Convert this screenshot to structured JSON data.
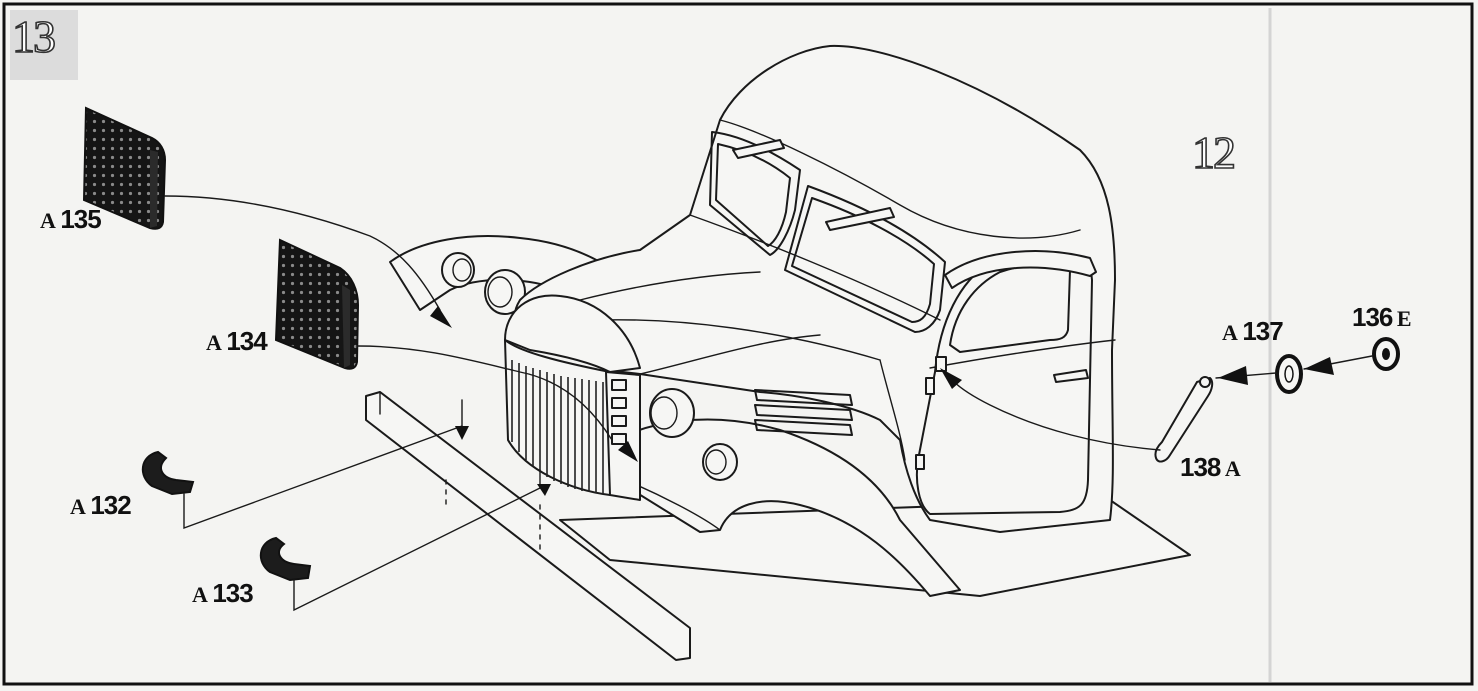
{
  "step_number": "13",
  "next_step_number": "12",
  "parts": [
    {
      "id": "A135",
      "prefix": "A",
      "number": "135",
      "suffix": ""
    },
    {
      "id": "A134",
      "prefix": "A",
      "number": "134",
      "suffix": ""
    },
    {
      "id": "A132",
      "prefix": "A",
      "number": "132",
      "suffix": ""
    },
    {
      "id": "A133",
      "prefix": "A",
      "number": "133",
      "suffix": ""
    },
    {
      "id": "A137",
      "prefix": "A",
      "number": "137",
      "suffix": ""
    },
    {
      "id": "136E",
      "prefix": "",
      "number": "136",
      "suffix": "E"
    },
    {
      "id": "138A",
      "prefix": "",
      "number": "138",
      "suffix": "A"
    }
  ]
}
